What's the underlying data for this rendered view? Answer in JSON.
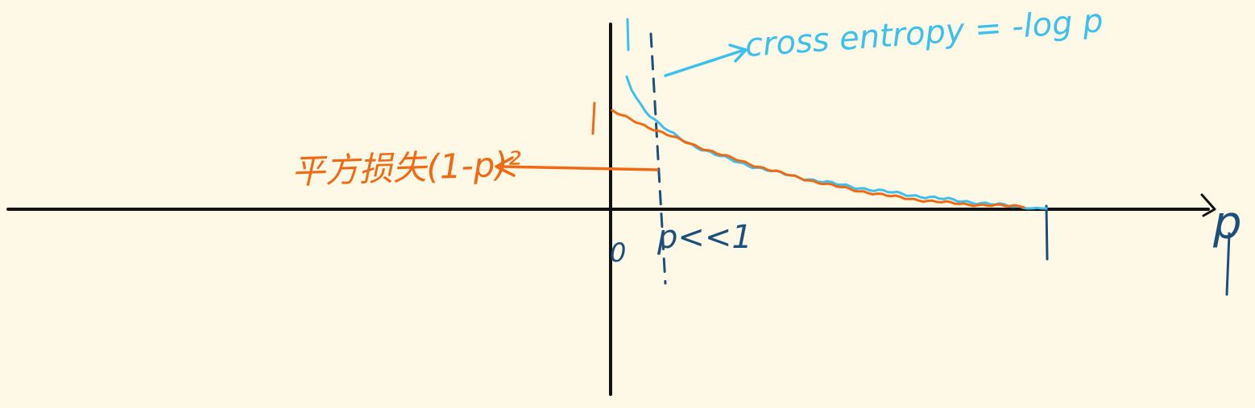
{
  "colors": {
    "background": "#fef8e6",
    "axis": "#111111",
    "blue_ink": "#3cc0f0",
    "orange_ink": "#f06a14",
    "navy_ink": "#1d4f7c"
  },
  "labels": {
    "origin": "0",
    "p_small": "p<<1",
    "one_x": "1",
    "one_y": "1",
    "axis_p": "p",
    "cross_entropy": "cross entropy = -log p",
    "square_loss": "平方损失(1-p)²"
  },
  "curves": {
    "cross_entropy": "-log p",
    "square_loss": "(1-p)^2"
  }
}
